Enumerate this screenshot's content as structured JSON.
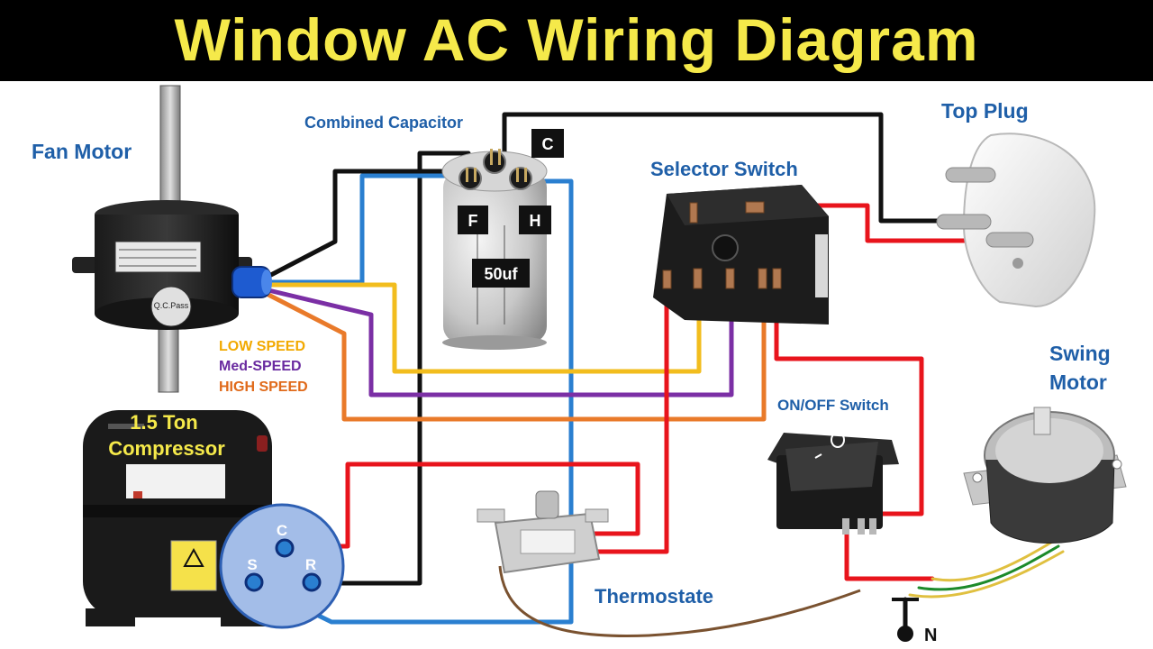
{
  "title": "Window AC Wiring Diagram",
  "labels": {
    "fan_motor": "Fan Motor",
    "combined_capacitor": "Combined Capacitor",
    "selector_switch": "Selector Switch",
    "top_plug": "Top Plug",
    "swing_motor_line1": "Swing",
    "swing_motor_line2": "Motor",
    "on_off_switch": "ON/OFF Switch",
    "thermostat": "Thermostate",
    "compressor_line1": "1.5 Ton",
    "compressor_line2": "Compressor",
    "low_speed": "LOW SPEED",
    "med_speed": "Med-SPEED",
    "high_speed": "HIGH SPEED",
    "neutral": "N"
  },
  "capacitor": {
    "terminal_c": "C",
    "terminal_f": "F",
    "terminal_h": "H",
    "rating": "50uf"
  },
  "compressor_terminals": {
    "c": "C",
    "s": "S",
    "r": "R"
  },
  "colors": {
    "title_bg": "#000000",
    "title_text": "#f5e94a",
    "label_blue": "#1f5fa8",
    "wire_black": "#111111",
    "wire_red": "#e8141c",
    "wire_blue": "#2a7fd0",
    "wire_yellow": "#f2bd1e",
    "wire_purple": "#7b2fa5",
    "wire_orange": "#e97a2a",
    "wire_green": "#1d8a2a",
    "low_speed_text": "#f2a900",
    "med_speed_text": "#6a2ba0",
    "high_speed_text": "#e06a1a"
  }
}
